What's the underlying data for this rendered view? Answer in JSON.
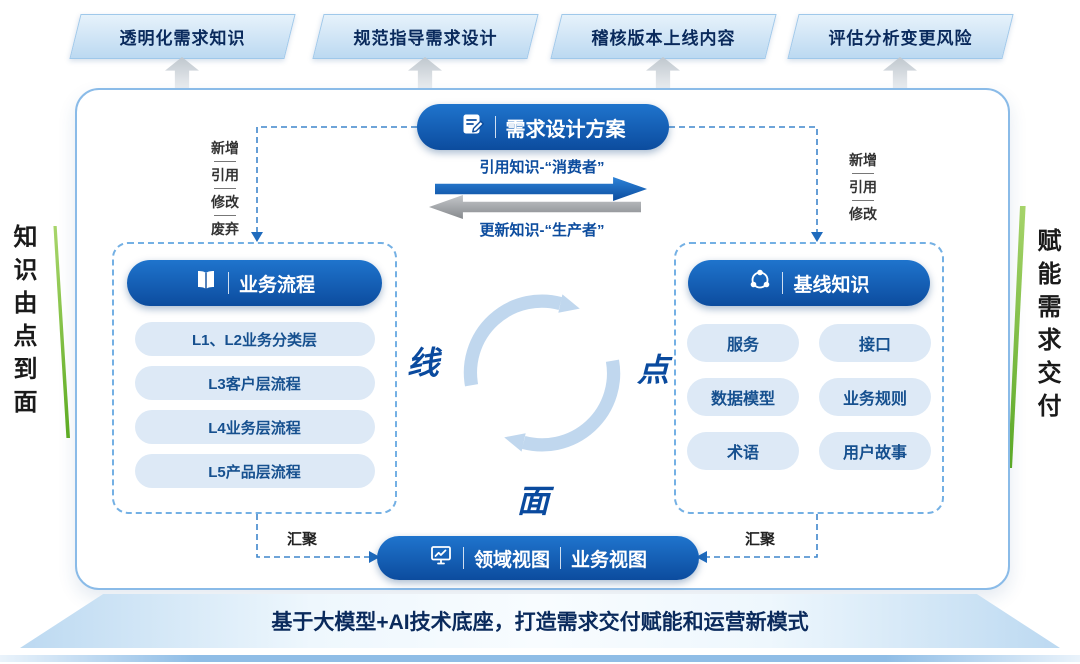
{
  "top_benefits": {
    "items": [
      {
        "label": "透明化需求知识"
      },
      {
        "label": "规范指导需求设计"
      },
      {
        "label": "稽核版本上线内容"
      },
      {
        "label": "评估分析变更风险"
      }
    ]
  },
  "sides": {
    "left_caption": "知识由点到面",
    "right_caption": "赋能需求交付"
  },
  "design_plan": {
    "title": "需求设计方案"
  },
  "knowledge_flow": {
    "consume": "引用知识-“消费者”",
    "produce": "更新知识-“生产者”",
    "left_ops": [
      "新增",
      "引用",
      "修改",
      "废弃"
    ],
    "right_ops": [
      "新增",
      "引用",
      "修改"
    ]
  },
  "business_process": {
    "title": "业务流程",
    "items": [
      "L1、L2业务分类层",
      "L3客户层流程",
      "L4业务层流程",
      "L5产品层流程"
    ]
  },
  "baseline_knowledge": {
    "title": "基线知识",
    "items": [
      "服务",
      "接口",
      "数据模型",
      "业务规则",
      "术语",
      "用户故事"
    ]
  },
  "cycle": {
    "left": "线",
    "right": "点",
    "bottom": "面"
  },
  "views": {
    "left": "领域视图",
    "right": "业务视图"
  },
  "converge": {
    "left": "汇聚",
    "right": "汇聚"
  },
  "footer": {
    "prefix": "基于",
    "highlight": "大模型+AI",
    "suffix": "技术底座，打造需求交付赋能和运营新模式"
  },
  "colors": {
    "primary": "#0c4c9e",
    "panel_fill": "#dde9f6",
    "accent_green": "#6fb52e",
    "banner_fill": "#bcd9f1"
  }
}
